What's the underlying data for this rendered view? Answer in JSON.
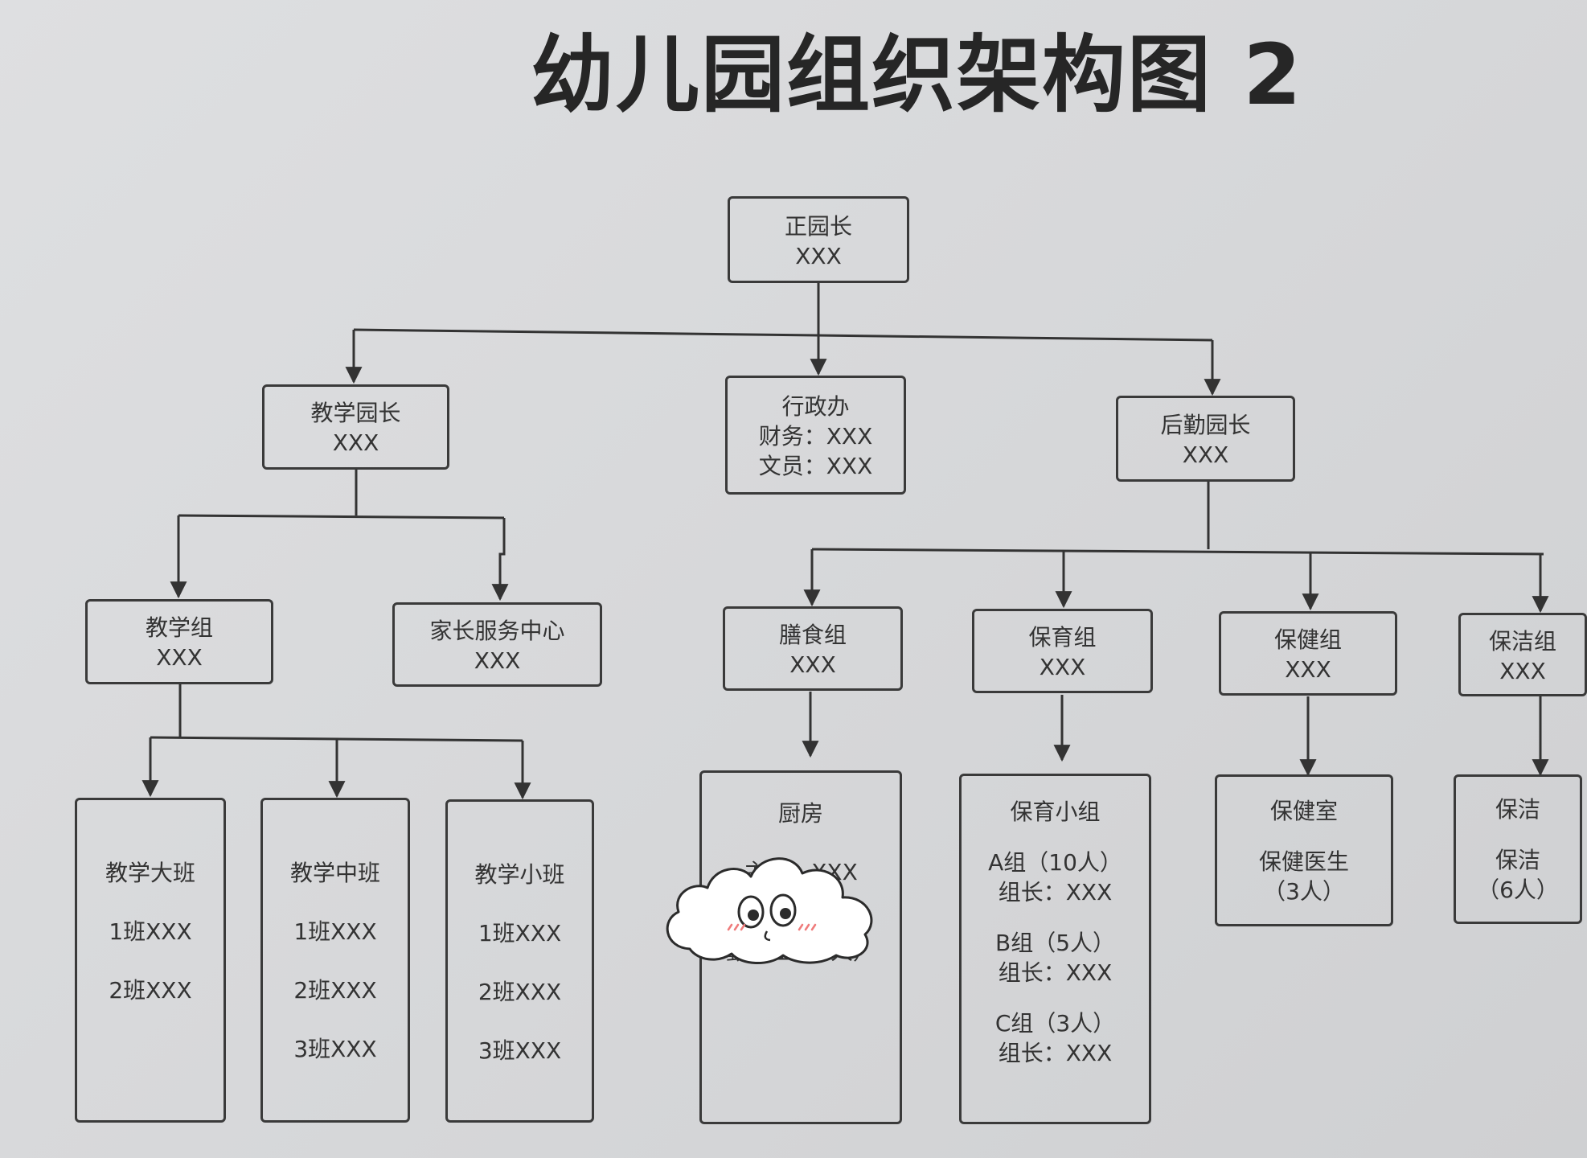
{
  "title": "幼儿园组织架构图 2",
  "nodes": {
    "principal": {
      "role": "正园长",
      "name": "XXX"
    },
    "admin_office": {
      "role": "行政办",
      "finance": "财务：XXX",
      "clerk": "文员：XXX"
    },
    "teaching_principal": {
      "role": "教学园长",
      "name": "XXX"
    },
    "logistics_principal": {
      "role": "后勤园长",
      "name": "XXX"
    },
    "teaching_group": {
      "role": "教学组",
      "name": "XXX"
    },
    "parent_service": {
      "role": "家长服务中心",
      "name": "XXX"
    },
    "catering_group": {
      "role": "膳食组",
      "name": "XXX"
    },
    "care_group": {
      "role": "保育组",
      "name": "XXX"
    },
    "health_group": {
      "role": "保健组",
      "name": "XXX"
    },
    "cleaning_group": {
      "role": "保洁组",
      "name": "XXX"
    },
    "senior_class": {
      "title": "教学大班",
      "items": [
        "1班XXX",
        "2班XXX"
      ]
    },
    "middle_class": {
      "title": "教学中班",
      "items": [
        "1班XXX",
        "2班XXX",
        "3班XXX"
      ]
    },
    "junior_class": {
      "title": "教学小班",
      "items": [
        "1班XXX",
        "2班XXX",
        "3班XXX"
      ]
    },
    "kitchen": {
      "title": "厨房",
      "line1": "主厨：XXX",
      "line2": "勤杂工（2人）"
    },
    "care_subgroup": {
      "title": "保育小组",
      "groups": [
        {
          "label": "A组（10人）",
          "leader": "组长：XXX"
        },
        {
          "label": "B组（5人）",
          "leader": "组长：XXX"
        },
        {
          "label": "C组（3人）",
          "leader": "组长：XXX"
        }
      ]
    },
    "clinic": {
      "title": "保健室",
      "line1": "保健医生",
      "line2": "（3人）"
    },
    "cleaning_room": {
      "title": "保洁",
      "line1": "保洁",
      "line2": "（6人）"
    }
  }
}
